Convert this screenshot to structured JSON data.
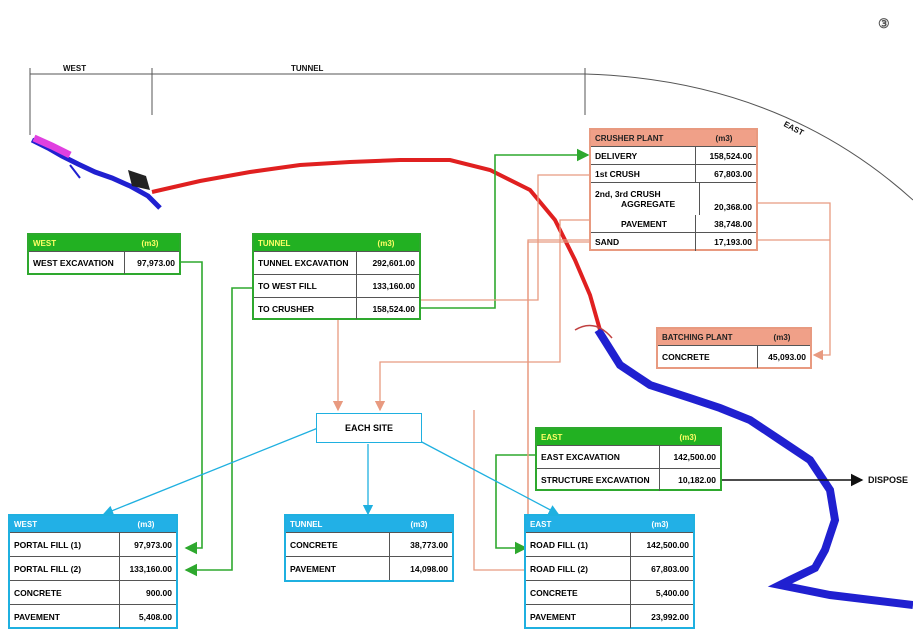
{
  "page_number": "③",
  "spans": {
    "west": "WEST",
    "tunnel": "TUNNEL",
    "east": "EAST"
  },
  "dispose_label": "DISPOSE",
  "each_site": "EACH SITE",
  "west_source": {
    "title": "WEST",
    "unit": "(m3)",
    "rows": [
      {
        "label": "WEST EXCAVATION",
        "value": "97,973.00"
      }
    ]
  },
  "tunnel_source": {
    "title": "TUNNEL",
    "unit": "(m3)",
    "rows": [
      {
        "label": "TUNNEL EXCAVATION",
        "value": "292,601.00"
      },
      {
        "label": "TO WEST FILL",
        "value": "133,160.00"
      },
      {
        "label": "TO CRUSHER",
        "value": "158,524.00"
      }
    ]
  },
  "crusher_plant": {
    "title": "CRUSHER PLANT",
    "unit": "(m3)",
    "rows": [
      {
        "label": "DELIVERY",
        "value": "158,524.00"
      },
      {
        "label": "1st CRUSH",
        "value": "67,803.00"
      },
      {
        "label_line1": "2nd, 3rd CRUSH",
        "label_line2": "AGGREGATE",
        "value": "20,368.00"
      },
      {
        "label": "PAVEMENT",
        "value": "38,748.00"
      },
      {
        "label": "SAND",
        "value": "17,193.00"
      }
    ]
  },
  "batching_plant": {
    "title": "BATCHING PLANT",
    "unit": "(m3)",
    "rows": [
      {
        "label": "CONCRETE",
        "value": "45,093.00"
      }
    ]
  },
  "east_source": {
    "title": "EAST",
    "unit": "(m3)",
    "rows": [
      {
        "label": "EAST EXCAVATION",
        "value": "142,500.00"
      },
      {
        "label": "STRUCTURE EXCAVATION",
        "value": "10,182.00"
      }
    ]
  },
  "west_site": {
    "title": "WEST",
    "unit": "(m3)",
    "rows": [
      {
        "label": "PORTAL FILL (1)",
        "value": "97,973.00"
      },
      {
        "label": "PORTAL FILL (2)",
        "value": "133,160.00"
      },
      {
        "label": "CONCRETE",
        "value": "900.00"
      },
      {
        "label": "PAVEMENT",
        "value": "5,408.00"
      }
    ]
  },
  "tunnel_site": {
    "title": "TUNNEL",
    "unit": "(m3)",
    "rows": [
      {
        "label": "CONCRETE",
        "value": "38,773.00"
      },
      {
        "label": "PAVEMENT",
        "value": "14,098.00"
      }
    ]
  },
  "east_site": {
    "title": "EAST",
    "unit": "(m3)",
    "rows": [
      {
        "label": "ROAD FILL (1)",
        "value": "142,500.00"
      },
      {
        "label": "ROAD FILL (2)",
        "value": "67,803.00"
      },
      {
        "label": "CONCRETE",
        "value": "5,400.00"
      },
      {
        "label": "PAVEMENT",
        "value": "23,992.00"
      }
    ]
  },
  "colors": {
    "route_tunnel": "#e02020",
    "route_east": "#2020d0",
    "flow_green": "#2ea82e",
    "flow_salmon": "#e89a80",
    "flow_cyan": "#1fb0e0",
    "dispose": "#111111"
  }
}
